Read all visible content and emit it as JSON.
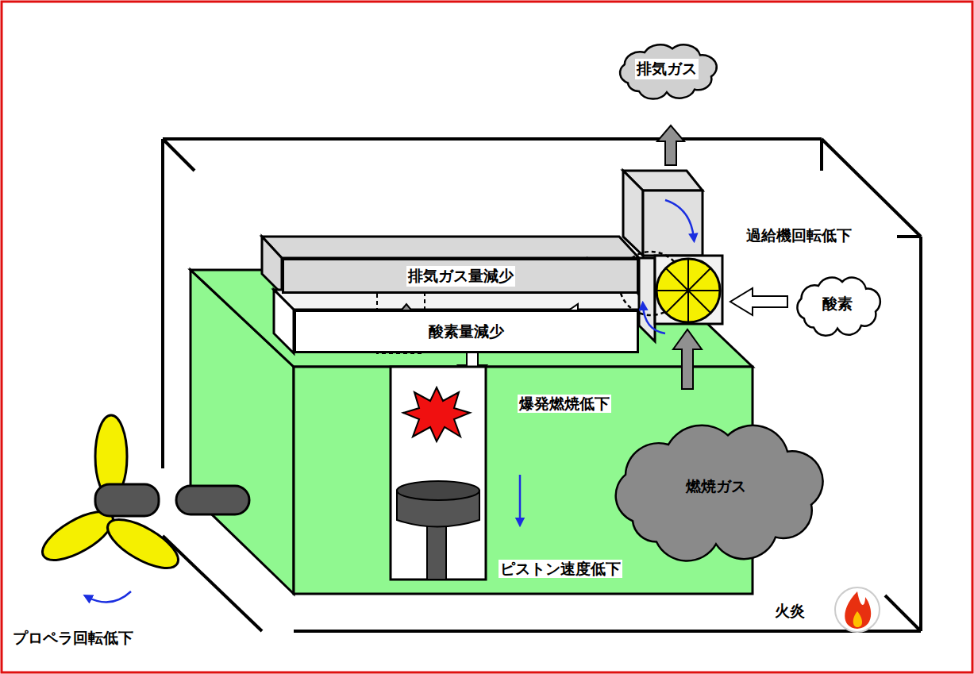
{
  "diagram": {
    "nodes": [
      {
        "text": [
          "排気ガス"
        ]
      },
      {
        "text": [
          "排気ガス量減少"
        ]
      },
      {
        "text": [
          "酸素量減少"
        ]
      },
      {
        "text": [
          "酸素"
        ]
      },
      {
        "text": [
          "燃焼ガス"
        ]
      }
    ],
    "labels": [
      "過給機回転低下",
      "爆発燃焼低下",
      "ピストン速度低下",
      "火炎",
      "プロペラ回転低下"
    ]
  }
}
